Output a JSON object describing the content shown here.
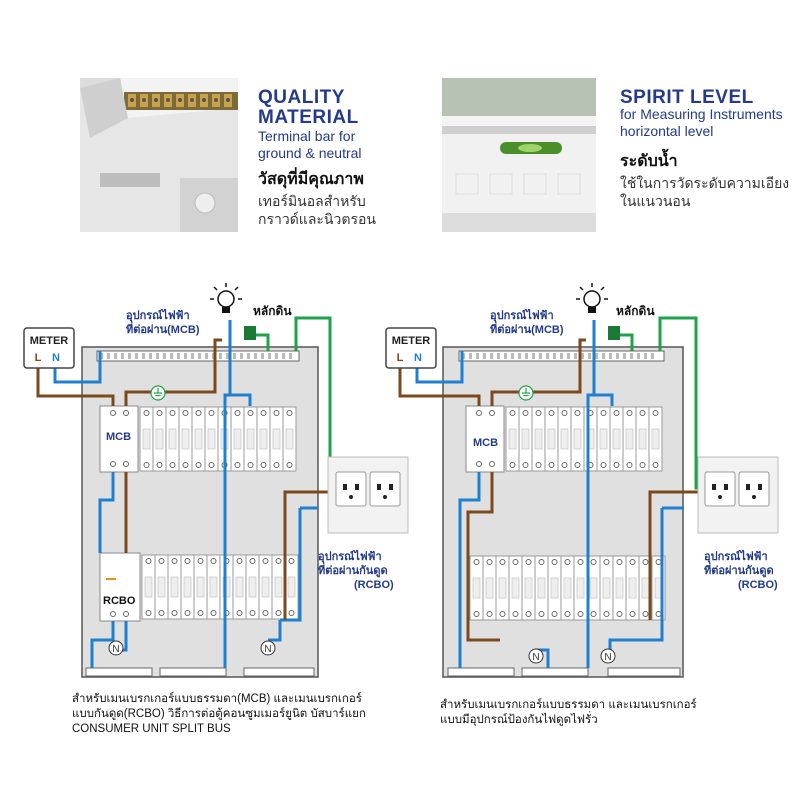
{
  "features": {
    "quality": {
      "title_line1": "QUALITY",
      "title_line2": "MATERIAL",
      "en_line1": "Terminal bar for",
      "en_line2": "ground & neutral",
      "th_title": "วัสดุที่มีคุณภาพ",
      "th_line1": "เทอร์มินอลสำหรับ",
      "th_line2": "กราวด์และนิวตรอน"
    },
    "spirit": {
      "title": "SPIRIT LEVEL",
      "en_line1": "for Measuring Instruments",
      "en_line2": "horizontal level",
      "th_title": "ระดับน้ำ",
      "th_line1": "ใช้ในการวัดระดับความเอียง",
      "th_line2": "ในแนวนอน"
    }
  },
  "colors": {
    "live": "#7a4a1e",
    "neutral": "#1f7fd0",
    "ground": "#1fa34a",
    "accent": "#253a8a"
  },
  "diagram_left": {
    "meter_label": "METER",
    "meter_l": "L",
    "meter_n": "N",
    "device_label_line1": "อุปกรณ์ไฟฟ้า",
    "device_label_line2": "ที่ต่อผ่าน(MCB)",
    "ground_label": "หลักดิน",
    "mcb_label": "MCB",
    "rcbo_label": "RCBO",
    "neutral_symbol": "N",
    "outlet_label_line1": "อุปกรณ์ไฟฟ้า",
    "outlet_label_line2": "ที่ต่อผ่านกันดูด",
    "outlet_label_line3": "(RCBO)",
    "caption_line1": "สำหรับเมนเบรกเกอร์แบบธรรมดา(MCB) และเมนเบรกเกอร์",
    "caption_line2": "แบบกันดูด(RCBO) วิธีการต่อตู้คอนซูมเมอร์ยูนิต บัสบาร์แยก",
    "caption_line3": "CONSUMER UNIT SPLIT BUS"
  },
  "diagram_right": {
    "meter_label": "METER",
    "meter_l": "L",
    "meter_n": "N",
    "device_label_line1": "อุปกรณ์ไฟฟ้า",
    "device_label_line2": "ที่ต่อผ่าน(MCB)",
    "ground_label": "หลักดิน",
    "mcb_label": "MCB",
    "neutral_symbol": "N",
    "outlet_label_line1": "อุปกรณ์ไฟฟ้า",
    "outlet_label_line2": "ที่ต่อผ่านกันดูด",
    "outlet_label_line3": "(RCBO)",
    "caption_line1": "สำหรับเมนเบรกเกอร์แบบธรรมดา และเมนเบรกเกอร์",
    "caption_line2": "แบบมีอุปกรณ์ป้องกันไฟดูดไฟรั่ว"
  }
}
